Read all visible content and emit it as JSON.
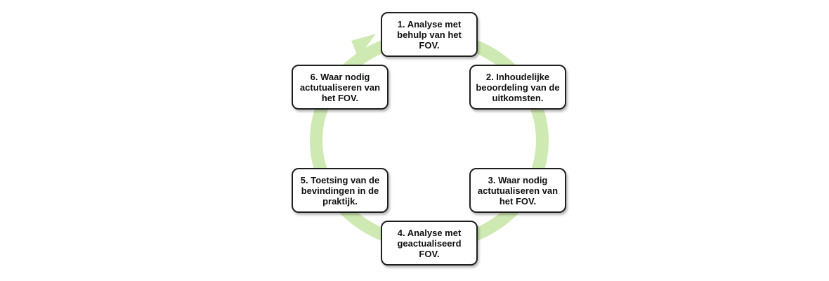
{
  "colors": {
    "ring": "#cfe9b3",
    "box_border": "#1f1f1f",
    "box_fill": "#ffffff",
    "text": "#111111"
  },
  "cycle": {
    "direction": "clockwise",
    "arrow_icon": "arrow-head-icon",
    "steps": [
      {
        "label": "1. Analyse met behulp van het FOV."
      },
      {
        "label": "2. Inhoudelijke beoordeling van de uitkomsten."
      },
      {
        "label": "3. Waar nodig actutualiseren van het FOV."
      },
      {
        "label": "4. Analyse met geactualiseerd FOV."
      },
      {
        "label": "5. Toetsing van de bevindingen in de praktijk."
      },
      {
        "label": "6. Waar nodig actutualiseren van het FOV."
      }
    ]
  }
}
